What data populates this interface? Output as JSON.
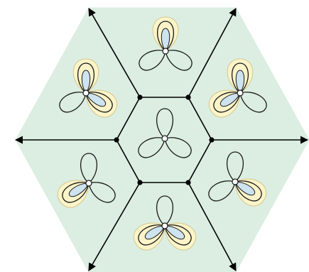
{
  "diagram": {
    "colors": {
      "background": "#ffffff",
      "hexagon_fill": "#dbeee1",
      "hexagon_stroke": "#dbeee1",
      "edge": "#000000",
      "highlight_band": "#fcf4c8",
      "highlight_band_stroke": "#d6c78c",
      "inner_fill": "#cde3ef",
      "loop_stroke": "#1a1a1a",
      "vertex_fill": "#000000",
      "center_marker_fill": "#ffffff"
    },
    "structure": {
      "inner_hexagon_vertices": 6,
      "rays": 6,
      "trefoil_count": 7,
      "trefoil_loops": 3
    },
    "trefoils": [
      {
        "id": "center",
        "highlighted_loops": []
      },
      {
        "id": "top",
        "highlighted_loops": [
          "up"
        ]
      },
      {
        "id": "upper-right",
        "highlighted_loops": [
          "up",
          "lower-left"
        ]
      },
      {
        "id": "lower-right",
        "highlighted_loops": [
          "lower-right"
        ]
      },
      {
        "id": "bottom",
        "highlighted_loops": [
          "lower-left",
          "lower-right"
        ]
      },
      {
        "id": "lower-left",
        "highlighted_loops": [
          "lower-left"
        ]
      },
      {
        "id": "upper-left",
        "highlighted_loops": [
          "up",
          "lower-right"
        ]
      }
    ]
  }
}
